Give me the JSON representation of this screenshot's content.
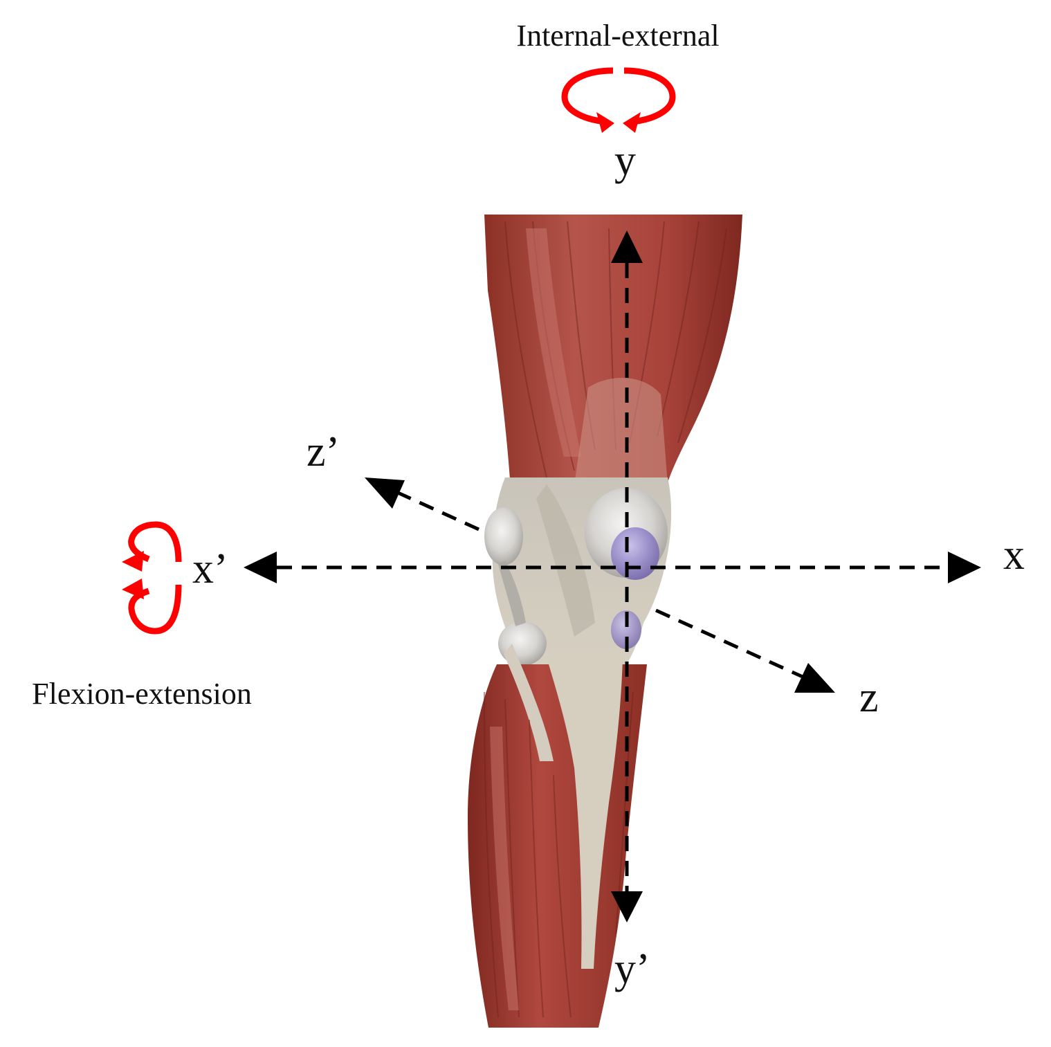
{
  "captions": {
    "internal_external": "Internal-external",
    "flexion_extension": "Flexion-extension"
  },
  "axis_labels": {
    "y": "y",
    "y_prime": "y’",
    "x": "x",
    "x_prime": "x’",
    "z": "z",
    "z_prime": "z’"
  },
  "colors": {
    "rotation_arrow": "#ff0000",
    "axis": "#000000",
    "muscle": "#a8433a",
    "muscle_dark": "#7e2820",
    "muscle_light": "#c7756b",
    "tendon": "#cfc6b6",
    "ligament": "#d9d6d2",
    "cartilage_highlight": "#9b8fc9"
  },
  "icons": {
    "internal_external_rotation": "circular-rotation-arrows-icon",
    "flexion_extension_rotation": "circular-rotation-arrows-icon",
    "axis_arrowhead": "triangle-arrowhead-icon"
  }
}
